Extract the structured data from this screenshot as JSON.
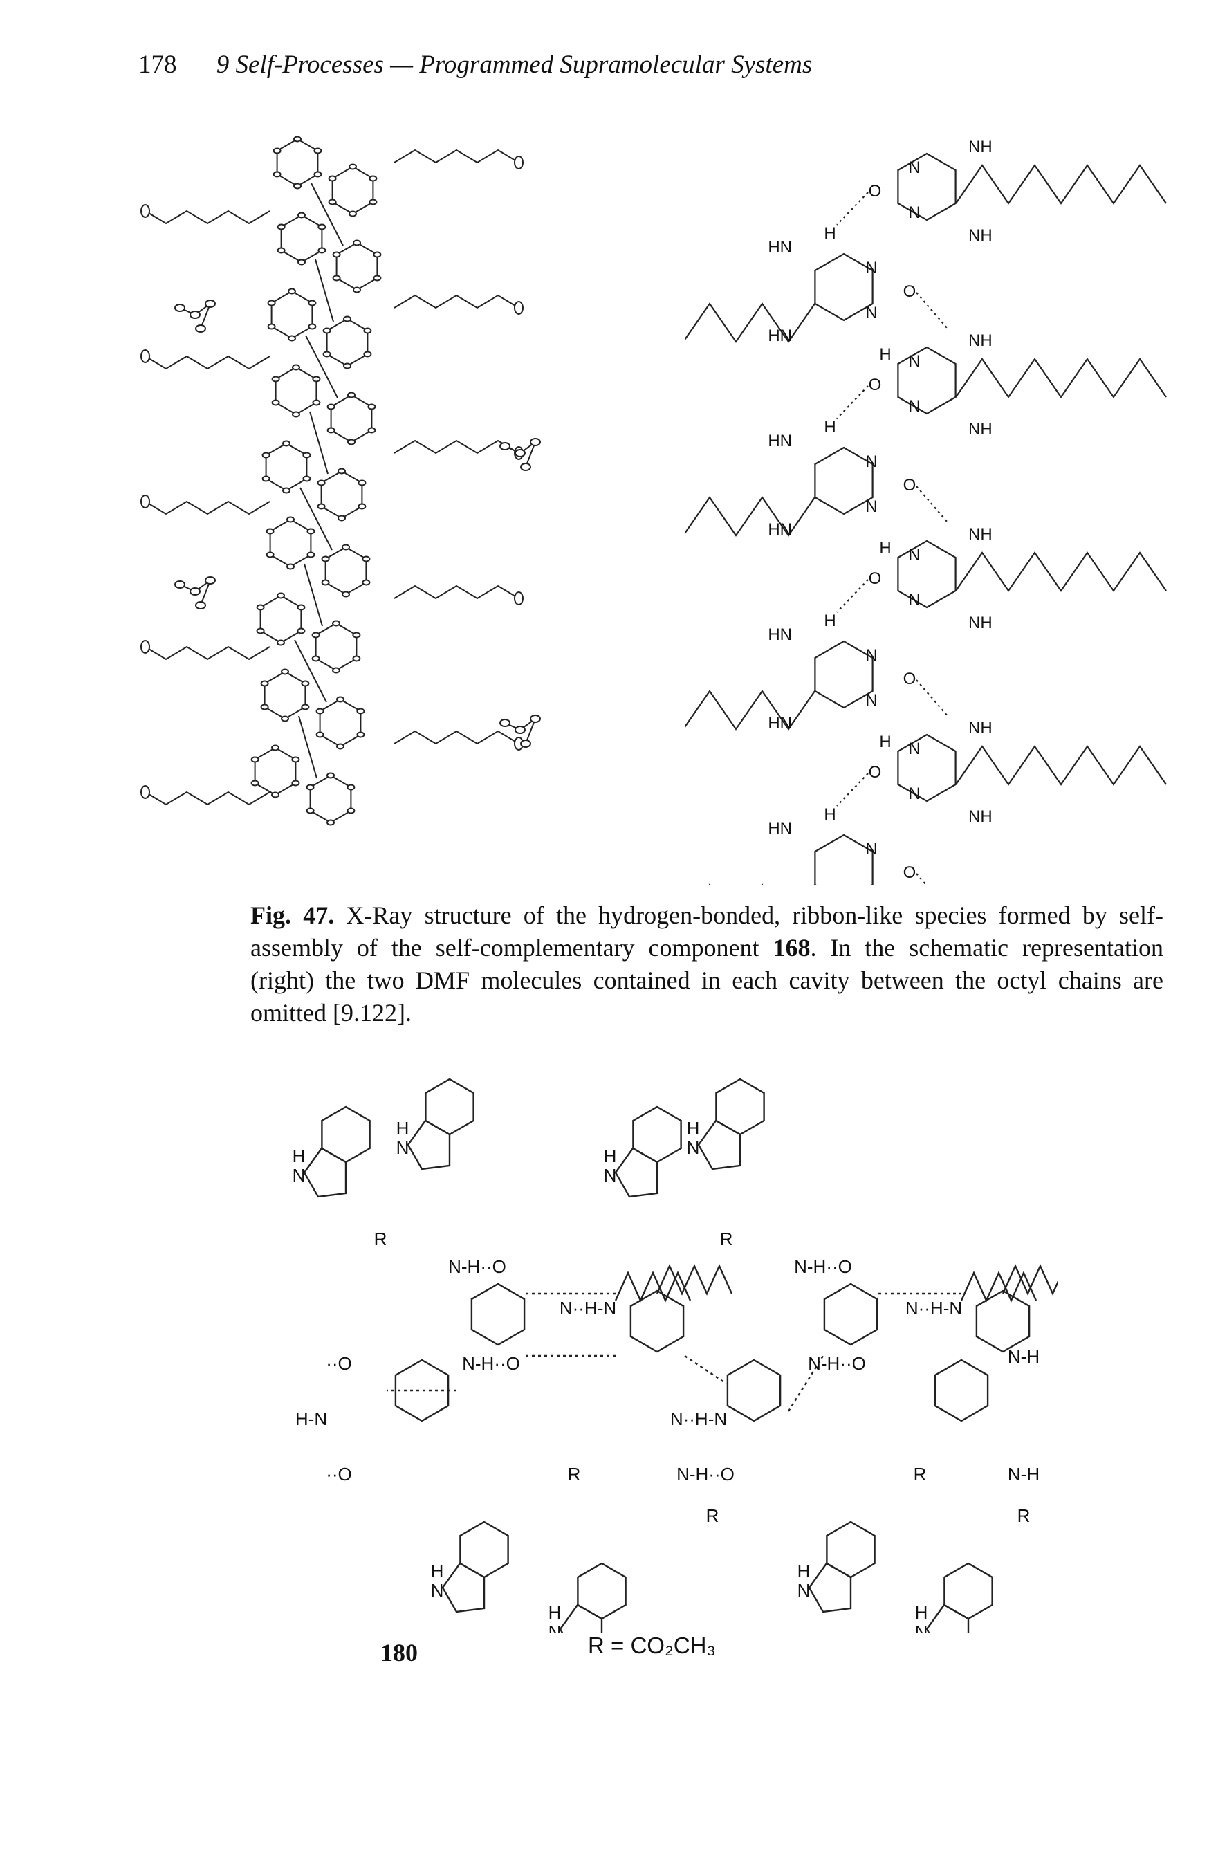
{
  "header": {
    "page_number": "178",
    "running_title": "9 Self-Processes — Programmed Supramolecular Systems"
  },
  "figure47": {
    "label": "Fig. 47.",
    "caption_part1": " X-Ray structure of the hydrogen-bonded, ribbon-like species formed by self-assembly of the self-complementary component ",
    "compound": "168",
    "caption_part2": ". In the schematic representation (right) the two DMF molecules contained in each cavity between the octyl chains are omitted [9.122].",
    "schematic_atoms": {
      "nh": "NH",
      "hn": "HN",
      "n": "N",
      "o": "O",
      "h": "H"
    }
  },
  "figure180": {
    "compound_number": "180",
    "r_definition": "R = CO₂CH₃",
    "atoms": {
      "h": "H",
      "n": "N",
      "o": "O",
      "r": "R",
      "nh": "N-H",
      "hn": "H-N",
      "nho": "N-H··O",
      "nhn": "N··H-N",
      "onh": "··O"
    }
  }
}
